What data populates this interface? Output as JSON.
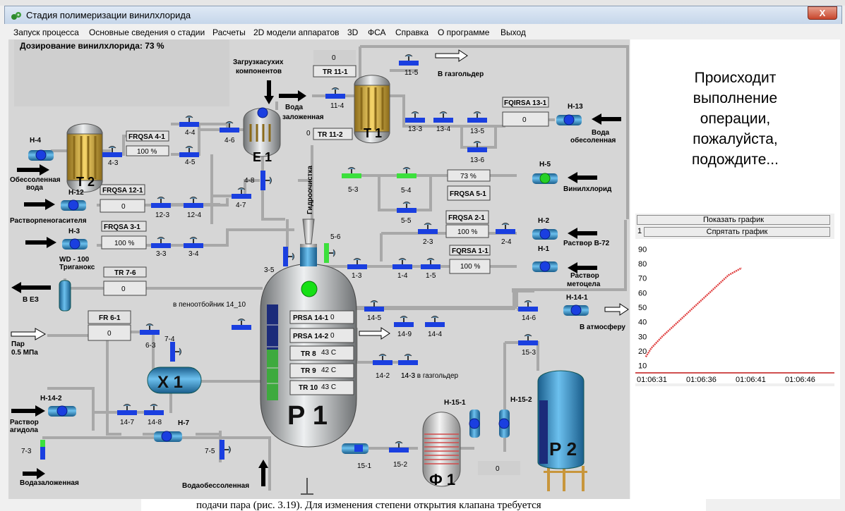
{
  "window": {
    "title": "Стадия полимеризации винилхлорида",
    "close_glyph": "X"
  },
  "menu": [
    "Запуск процесса",
    "Основные сведения о стадии",
    "Расчеты",
    "2D модели аппаратов",
    "3D",
    "ФСА",
    "Справка",
    "О программе",
    "Выход"
  ],
  "status": "Дозирование винилхлорида: 73 %",
  "message": [
    "Происходит",
    "выполнение",
    "операции,",
    "пожалуйста,",
    "подождите..."
  ],
  "chart_buttons": {
    "show": "Показать график",
    "hide": "Спрятать график"
  },
  "chart_data": {
    "type": "line",
    "title": "",
    "xlabel": "",
    "ylabel": "",
    "legend_entries": [
      "1"
    ],
    "y_ticks": [
      10,
      20,
      30,
      40,
      50,
      60,
      70,
      80,
      90
    ],
    "x_ticks": [
      "01:06:31",
      "01:06:36",
      "01:06:41",
      "01:06:46"
    ],
    "ylim": [
      5,
      95
    ],
    "series": [
      {
        "color": "#e04040",
        "x": [
          31.5,
          32,
          33,
          34,
          35,
          36,
          37,
          38,
          39,
          40.2
        ],
        "y": [
          16,
          22,
          30,
          37,
          44,
          51,
          58,
          65,
          72,
          77
        ]
      }
    ],
    "line_color": "#e04040"
  },
  "vessels": {
    "reactor": "Р 1",
    "mixer": "Х 1",
    "heater": "Т 2",
    "condenser": "Т 1",
    "measure": "Е 1",
    "filter": "Ф 1",
    "receiver": "Р 2"
  },
  "instruments": {
    "frqsa_4_1": {
      "tag": "FRQSA 4-1",
      "value": "100 %"
    },
    "frqsa_12_1": {
      "tag": "FRQSA 12-1",
      "value": "0"
    },
    "frqsa_3_1": {
      "tag": "FRQSA 3-1",
      "value": "100 %"
    },
    "tr_7_6": {
      "tag": "TR 7-6",
      "value": "0"
    },
    "fr_6_1": {
      "tag": "FR 6-1",
      "value": "0"
    },
    "tr_11_1": {
      "tag": "TR 11-1",
      "value": "0"
    },
    "tr_11_2": {
      "tag": "TR 11-2",
      "value": "0"
    },
    "fqirsa_13_1": {
      "tag": "FQIRSA 13-1",
      "value": "0"
    },
    "frqsa_5_1": {
      "tag": "FRQSA 5-1",
      "value": "73 %"
    },
    "frqsa_2_1": {
      "tag": "FRQSA 2-1",
      "value": "100 %"
    },
    "fqrsa_1_1": {
      "tag": "FQRSA 1-1",
      "value": "100 %"
    },
    "prsa_14_1": {
      "tag": "PRSA 14-1",
      "value": "0"
    },
    "prsa_14_2": {
      "tag": "PRSA 14-2",
      "value": "0"
    },
    "tr_8": {
      "tag": "TR 8",
      "value": "43 C"
    },
    "tr_9": {
      "tag": "TR 9",
      "value": "42 C"
    },
    "tr_10": {
      "tag": "TR 10",
      "value": "43 C"
    },
    "filter_out": {
      "value": "0"
    }
  },
  "pumps": [
    "Н-4",
    "Н-12",
    "Н-3",
    "Н-13",
    "Н-5",
    "Н-2",
    "Н-1",
    "Н-14-1",
    "Н-14-2",
    "Н-7",
    "Н-15-1",
    "Н-15-2"
  ],
  "valves": [
    "4-3",
    "4-4",
    "4-5",
    "4-6",
    "4-7",
    "4-8",
    "12-3",
    "12-4",
    "3-3",
    "3-4",
    "3-5",
    "11-4",
    "11-5",
    "13-3",
    "13-4",
    "13-5",
    "13-6",
    "5-3",
    "5-4",
    "5-5",
    "5-6",
    "2-3",
    "2-4",
    "1-3",
    "1-4",
    "1-5",
    "14-5",
    "14-6",
    "14-9",
    "14-4",
    "14-2",
    "14-3",
    "15-3",
    "6-3",
    "7-4",
    "14-7",
    "14-8",
    "7-3",
    "7-5",
    "15-1",
    "15-2"
  ],
  "labels": {
    "obes_voda_1": "Обессоленная",
    "obes_voda_2": "вода",
    "rastvor_pen": "Растворпеногасителя",
    "wd_100": "WD - 100",
    "triganoks": "Триганокс",
    "v_e3": "В ЕЗ",
    "par": "Пар",
    "par_p": "0.5 МПа",
    "rastvor_agidola_1": "Раствор",
    "rastvor_agidola_2": "агидола",
    "voda_zalozh_bottom": "Водазаложенная",
    "voda_obes_bottom": "Водаобессоленная",
    "zagruz_1": "Загрузкасухих",
    "zagruz_2": "компонентов",
    "voda_zal_1": "Вода",
    "voda_zal_2": "заложенная",
    "gidro": "Гидроочистка",
    "v_penootboinik": "в пеноотбойник 14_10",
    "v_gazgolder_top": "В газгольдер",
    "voda_obes_r_1": "Вода",
    "voda_obes_r_2": "обесоленная",
    "vinilhlorid": "Винилхлорид",
    "rastvor_v72": "Раствор В-72",
    "rastvor_met_1": "Раствор",
    "rastvor_met_2": "метоцела",
    "v_atmosferu": "В атмосферу",
    "v_gazgolder_143": "14-3 в газгольдер"
  },
  "bottom_text": "подачи пара (рис. 3.19). Для изменения степени открытия клапана требуется"
}
